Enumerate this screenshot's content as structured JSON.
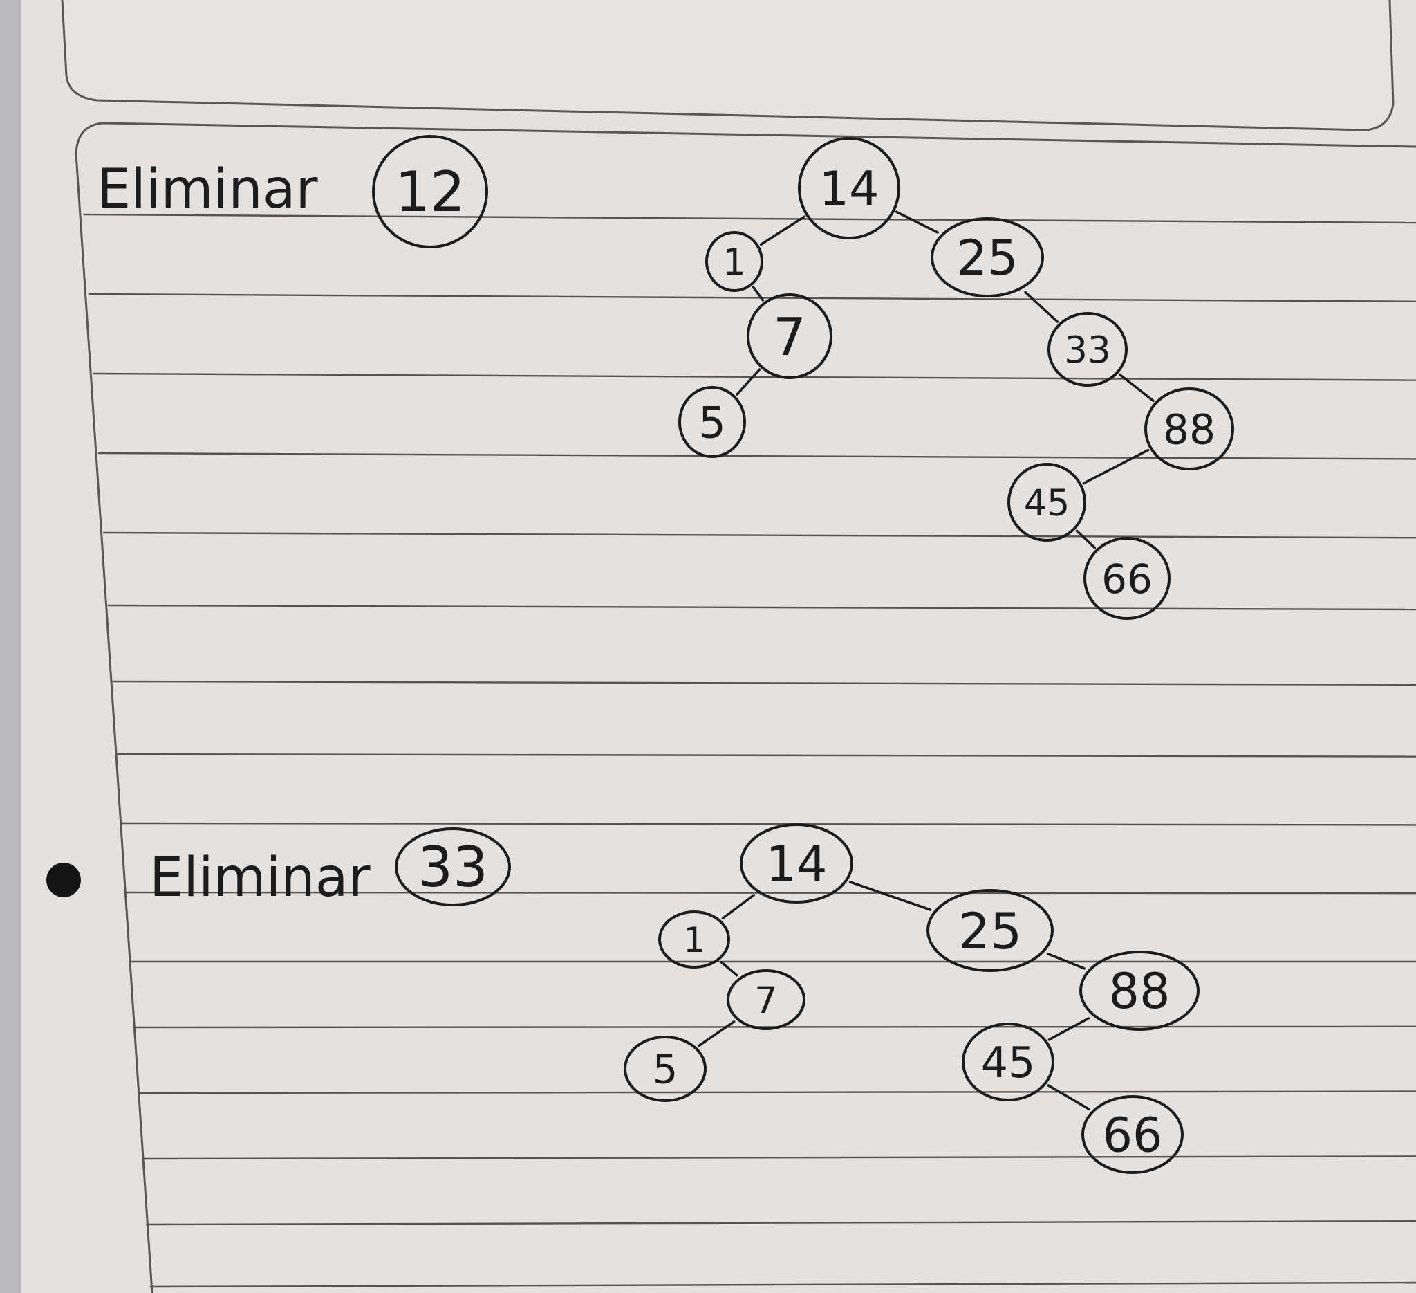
{
  "page": {
    "paper_color": "#e4e2e1",
    "line_color": "#55524f",
    "ink_color": "#1c1c1c"
  },
  "sections": [
    {
      "label": "Eliminar",
      "deleted_value": "12",
      "tree": {
        "nodes": [
          {
            "id": "n14",
            "value": "14"
          },
          {
            "id": "n1",
            "value": "1"
          },
          {
            "id": "n7",
            "value": "7"
          },
          {
            "id": "n5",
            "value": "5"
          },
          {
            "id": "n25",
            "value": "25"
          },
          {
            "id": "n33",
            "value": "33"
          },
          {
            "id": "n88",
            "value": "88"
          },
          {
            "id": "n45",
            "value": "45"
          },
          {
            "id": "n66",
            "value": "66"
          }
        ],
        "edges": [
          [
            "n14",
            "n1"
          ],
          [
            "n1",
            "n7"
          ],
          [
            "n7",
            "n5"
          ],
          [
            "n14",
            "n25"
          ],
          [
            "n25",
            "n33"
          ],
          [
            "n33",
            "n88"
          ],
          [
            "n88",
            "n45"
          ],
          [
            "n45",
            "n66"
          ]
        ]
      }
    },
    {
      "label": "Eliminar",
      "deleted_value": "33",
      "tree": {
        "nodes": [
          {
            "id": "m14",
            "value": "14"
          },
          {
            "id": "m1",
            "value": "1"
          },
          {
            "id": "m7",
            "value": "7"
          },
          {
            "id": "m5",
            "value": "5"
          },
          {
            "id": "m25",
            "value": "25"
          },
          {
            "id": "m88",
            "value": "88"
          },
          {
            "id": "m45",
            "value": "45"
          },
          {
            "id": "m66",
            "value": "66"
          }
        ],
        "edges": [
          [
            "m14",
            "m1"
          ],
          [
            "m1",
            "m7"
          ],
          [
            "m7",
            "m5"
          ],
          [
            "m14",
            "m25"
          ],
          [
            "m25",
            "m88"
          ],
          [
            "m88",
            "m45"
          ],
          [
            "m45",
            "m66"
          ]
        ]
      }
    }
  ]
}
